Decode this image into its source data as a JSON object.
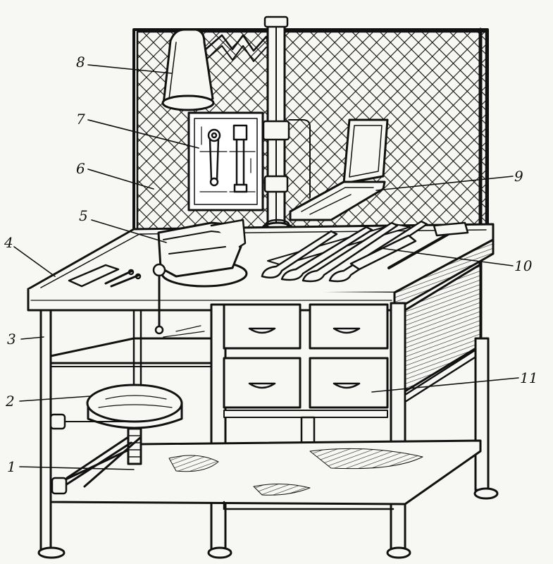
{
  "diagram": {
    "callouts": [
      {
        "id": "1",
        "label": "1"
      },
      {
        "id": "2",
        "label": "2"
      },
      {
        "id": "3",
        "label": "3"
      },
      {
        "id": "4",
        "label": "4"
      },
      {
        "id": "5",
        "label": "5"
      },
      {
        "id": "6",
        "label": "6"
      },
      {
        "id": "7",
        "label": "7"
      },
      {
        "id": "8",
        "label": "8"
      },
      {
        "id": "9",
        "label": "9"
      },
      {
        "id": "10",
        "label": "10"
      },
      {
        "id": "11",
        "label": "11"
      }
    ]
  },
  "colors": {
    "ink": "#111111",
    "paper": "#f7f7f4"
  }
}
